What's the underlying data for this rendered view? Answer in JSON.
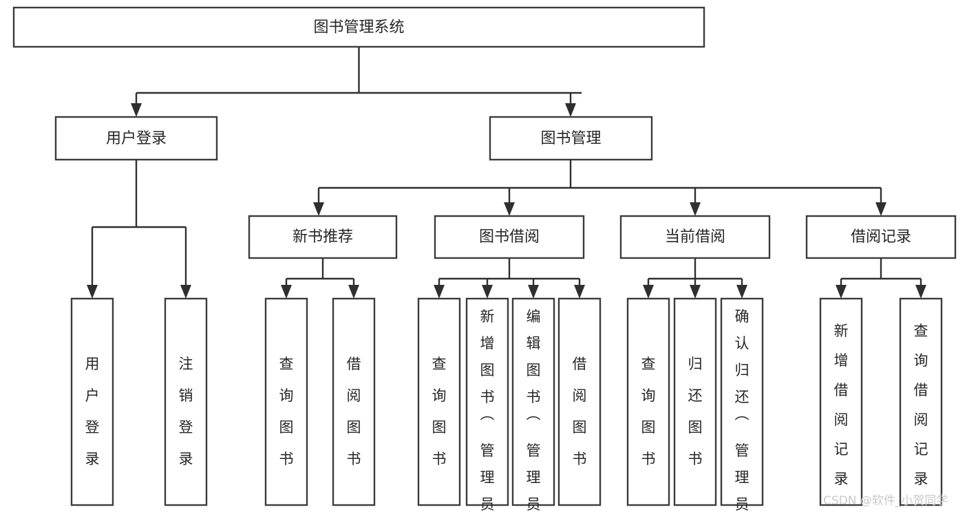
{
  "diagram": {
    "title": "图书管理系统",
    "type": "tree-hierarchy",
    "root": {
      "id": "root",
      "label": "图书管理系统"
    },
    "level2": [
      {
        "id": "user-login",
        "label": "用户登录"
      },
      {
        "id": "book-manage",
        "label": "图书管理"
      }
    ],
    "level3": [
      {
        "id": "new-book-rec",
        "label": "新书推荐",
        "parent": "book-manage"
      },
      {
        "id": "book-borrow",
        "label": "图书借阅",
        "parent": "book-manage"
      },
      {
        "id": "current-borrow",
        "label": "当前借阅",
        "parent": "book-manage"
      },
      {
        "id": "borrow-record",
        "label": "借阅记录",
        "parent": "book-manage"
      }
    ],
    "leaves": {
      "user-login": [
        {
          "id": "leaf-user-login",
          "label": "用户登录"
        },
        {
          "id": "leaf-logout",
          "label": "注销登录"
        }
      ],
      "new-book-rec": [
        {
          "id": "leaf-query-book-1",
          "label": "查询图书"
        },
        {
          "id": "leaf-borrow-book-1",
          "label": "借阅图书"
        }
      ],
      "book-borrow": [
        {
          "id": "leaf-query-book-2",
          "label": "查询图书"
        },
        {
          "id": "leaf-add-book",
          "label": "新增图书（管理员）"
        },
        {
          "id": "leaf-edit-book",
          "label": "编辑图书（管理员）"
        },
        {
          "id": "leaf-borrow-book-2",
          "label": "借阅图书"
        }
      ],
      "current-borrow": [
        {
          "id": "leaf-query-book-3",
          "label": "查询图书"
        },
        {
          "id": "leaf-return-book",
          "label": "归还图书"
        },
        {
          "id": "leaf-confirm-return",
          "label": "确认归还（管理员）"
        }
      ],
      "borrow-record": [
        {
          "id": "leaf-add-record",
          "label": "新增借阅记录"
        },
        {
          "id": "leaf-query-record",
          "label": "查询借阅记录"
        }
      ]
    }
  },
  "watermark": {
    "text": "CSDN @软件_小贺同学"
  },
  "colors": {
    "box_stroke": "#3b3b3b",
    "connector": "#2f2f2f",
    "text": "#262626",
    "background": "#ffffff",
    "watermark": "#c9c9c9"
  }
}
